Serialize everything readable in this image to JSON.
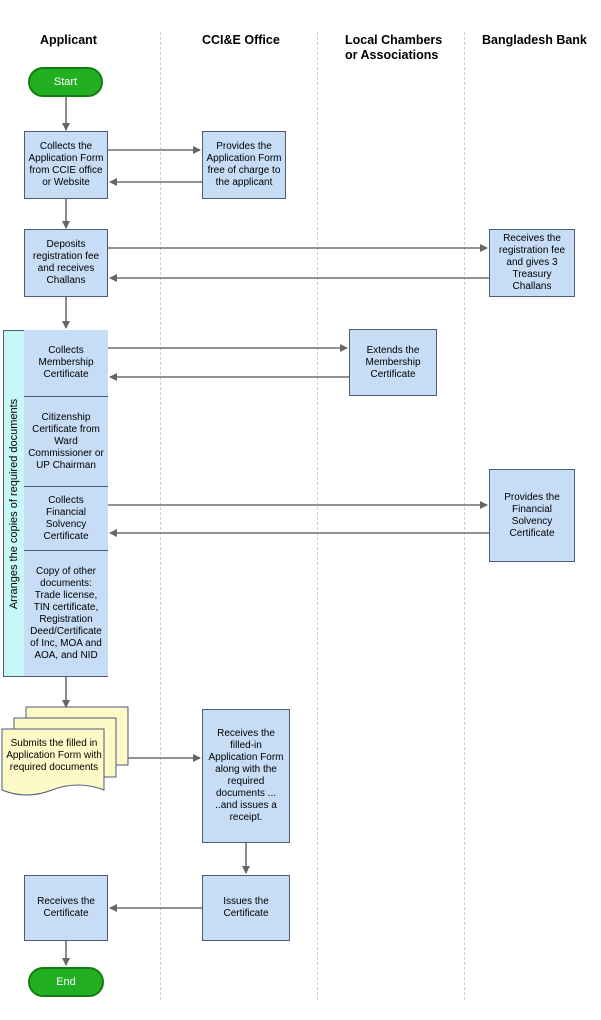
{
  "headers": {
    "applicant": "Applicant",
    "ccie": "CCI&E Office",
    "chambers_line1": "Local Chambers",
    "chambers_line2": "or Associations",
    "bank": "Bangladesh Bank"
  },
  "start": "Start",
  "end": "End",
  "steps": {
    "collect_form": "Collects the Application Form from CCIE office or Website",
    "provide_form": "Provides the Application Form free of charge to the applicant",
    "deposit_fee": "Deposits registration fee and receives Challans",
    "receive_fee": "Receives the registration fee and gives 3 Treasury Challans",
    "collect_membership": "Collects Membership Certificate",
    "extend_membership": "Extends the Membership Certificate",
    "citizenship": "Citizenship Certificate from Ward Commissioner or UP Chairman",
    "collect_solvency": "Collects Financial Solvency Certificate",
    "provide_solvency": "Provides the Financial Solvency Certificate",
    "other_docs": "Copy of other documents: Trade license, TIN certificate, Registration Deed/Certificate of Inc, MOA and AOA, and NID",
    "submit_form": "Submits the filled in Application Form with required documents",
    "receive_form": "Receives the filled-in Application Form along with the required documents ... ..and issues a receipt.",
    "issue_certificate": "Issues the Certificate",
    "receive_certificate": "Receives the Certificate"
  },
  "sidebar_label": "Arranges the copies of required documents"
}
